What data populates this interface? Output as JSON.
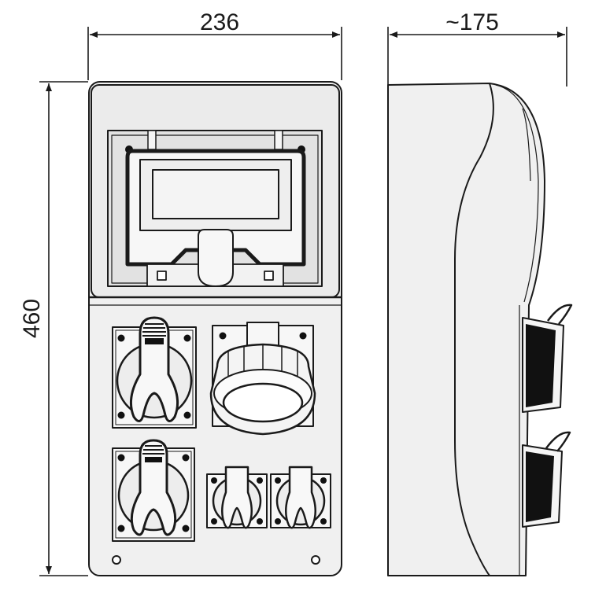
{
  "dimensions": {
    "front_width": "236",
    "side_depth": "~175",
    "height": "460"
  },
  "colors": {
    "line": "#1a1a1a",
    "body_fill": "#f0f0f0",
    "panel_fill": "#e6e6e6",
    "socket_fill": "#f7f7f7",
    "dark": "#111111"
  }
}
